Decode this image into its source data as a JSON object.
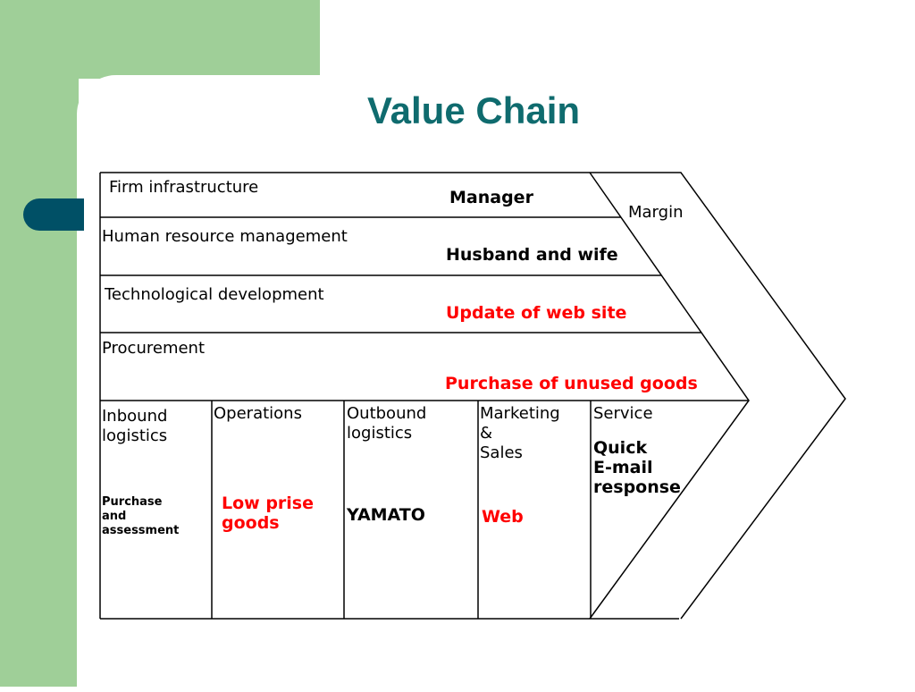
{
  "slide": {
    "title": "Value Chain"
  },
  "colors": {
    "accent_green": "#9fcf98",
    "title_teal": "#0f6b6e",
    "tab_navy": "#005066",
    "highlight_red": "#ff0000"
  },
  "margin_label": "Margin",
  "support": [
    {
      "label": "Firm infrastructure",
      "value": "Manager"
    },
    {
      "label": "Human resource management",
      "value": "Husband and wife"
    },
    {
      "label": "Technological development",
      "value": "Update of web site"
    },
    {
      "label": "Procurement",
      "value": "Purchase of unused goods"
    }
  ],
  "primary": [
    {
      "label": [
        "Inbound",
        "logistics"
      ],
      "value": [
        "Purchase",
        "and",
        "assessment"
      ]
    },
    {
      "label": [
        "Operations"
      ],
      "value": [
        "Low prise",
        "goods"
      ]
    },
    {
      "label": [
        "Outbound",
        "logistics"
      ],
      "value": [
        "YAMATO"
      ]
    },
    {
      "label": [
        "Marketing",
        "&",
        "Sales"
      ],
      "value": [
        "Web"
      ]
    },
    {
      "label": [
        "Service"
      ],
      "value": [
        "Quick",
        "E-mail",
        "response"
      ]
    }
  ]
}
